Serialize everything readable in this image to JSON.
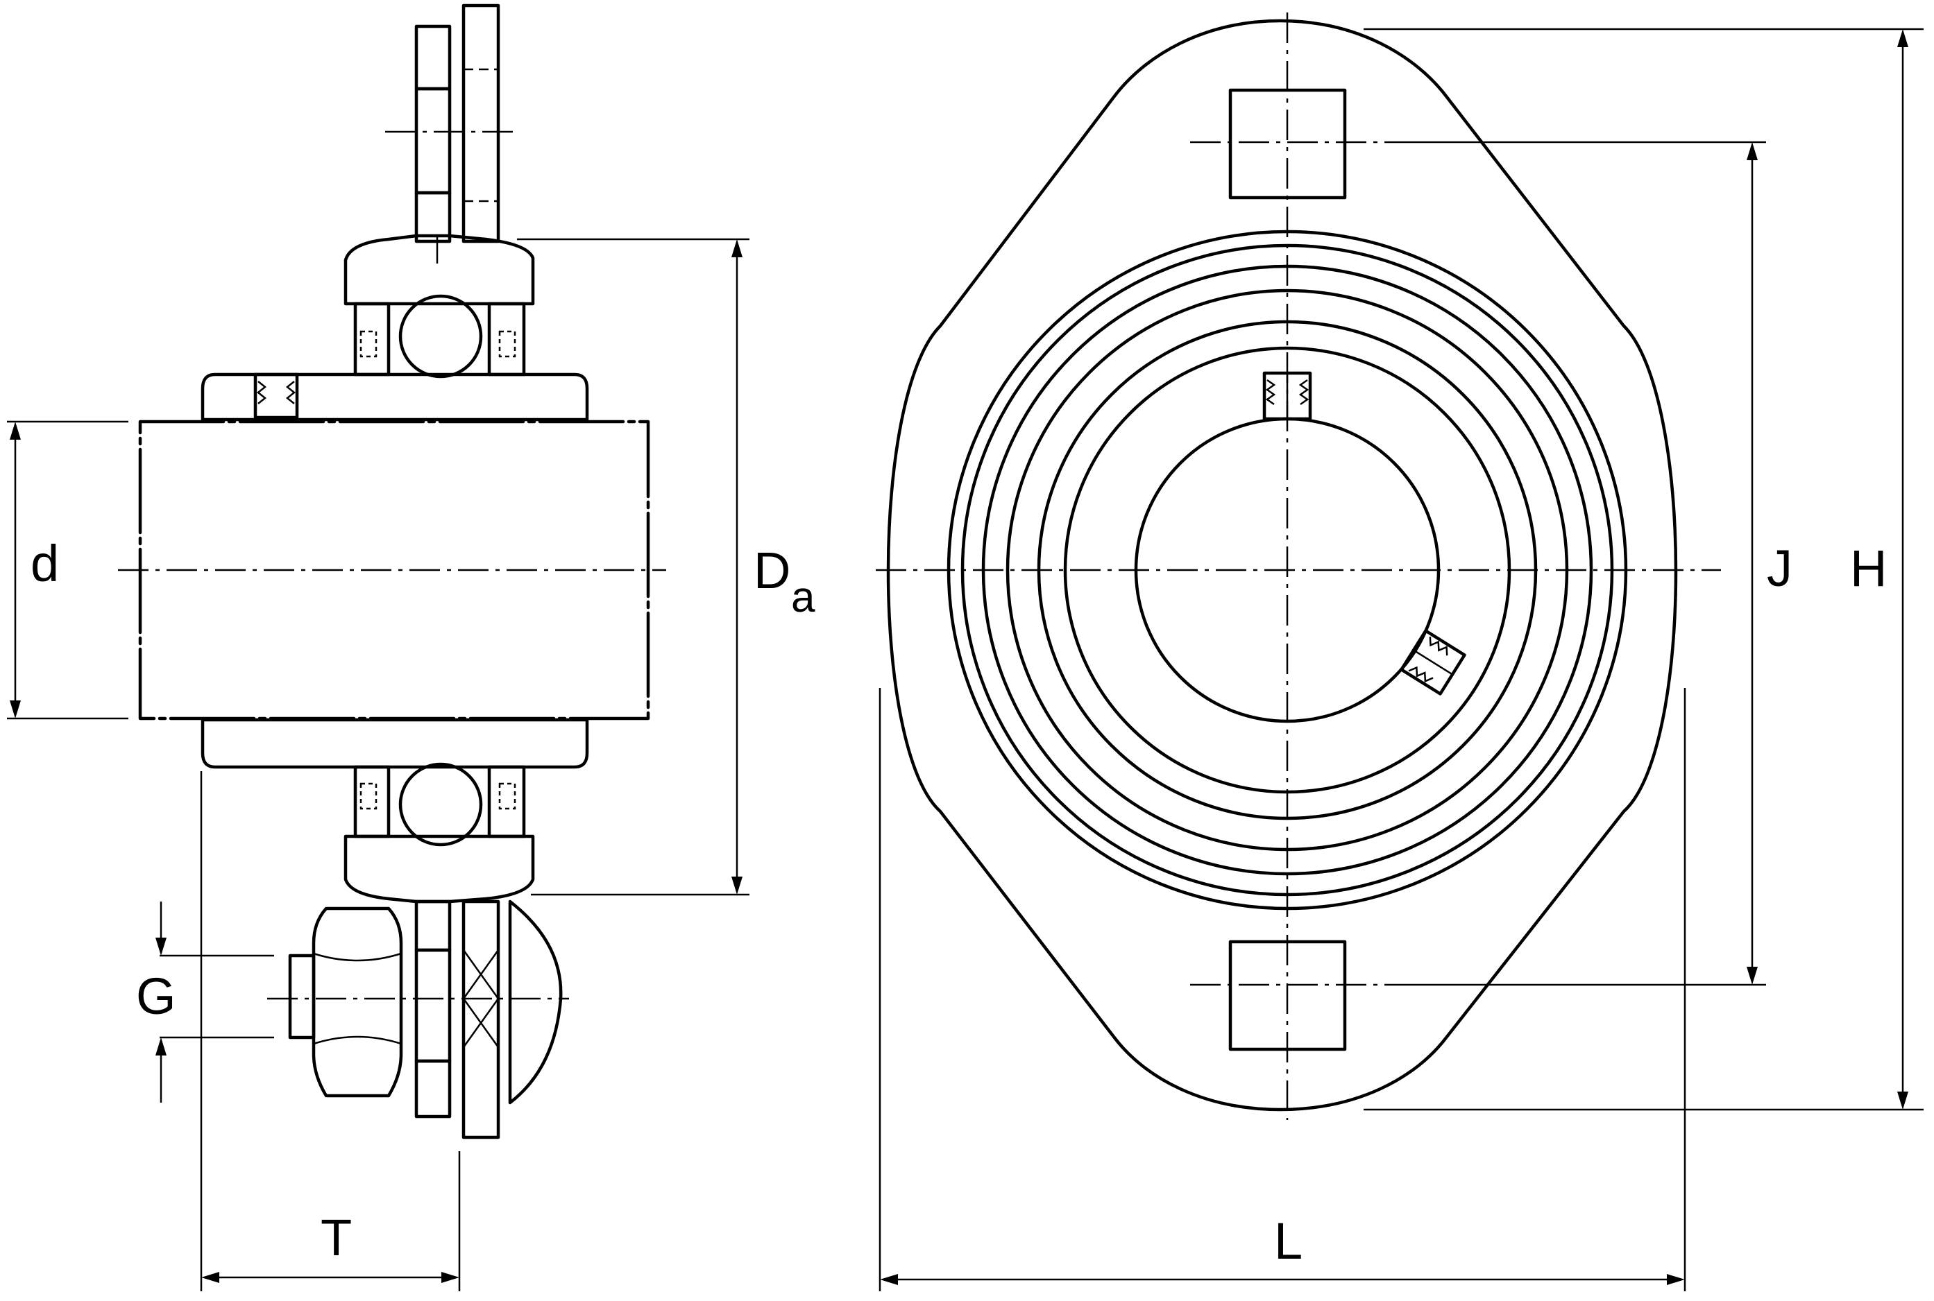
{
  "labels": {
    "d": "d",
    "Da_main": "D",
    "Da_sub": "a",
    "G": "G",
    "T": "T",
    "L": "L",
    "J": "J",
    "H": "H"
  },
  "colors": {
    "line": "#000000",
    "background": "#ffffff"
  }
}
